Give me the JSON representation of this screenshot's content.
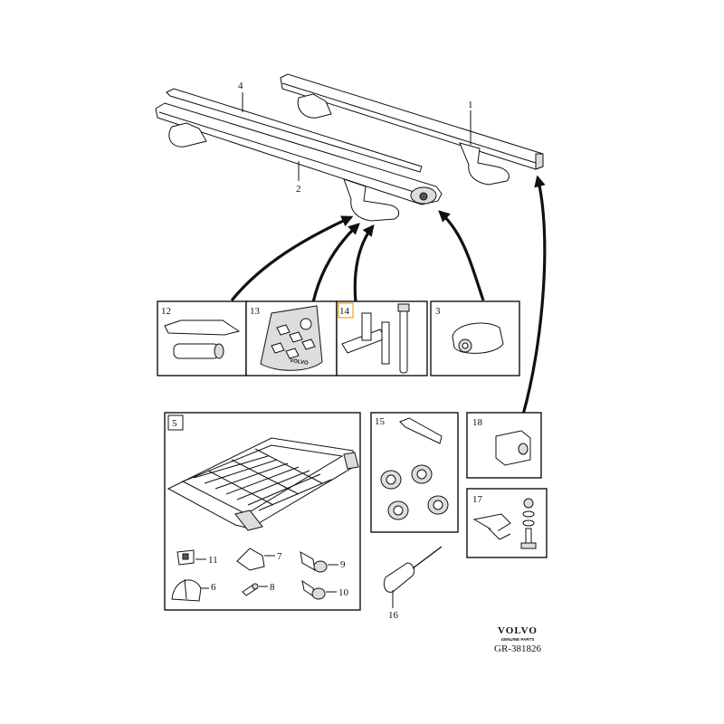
{
  "callouts": {
    "c1": "1",
    "c2": "2",
    "c3": "3",
    "c4": "4",
    "c5": "5",
    "c6": "6",
    "c7": "7",
    "c8": "8",
    "c9": "9",
    "c10": "10",
    "c11": "11",
    "c12": "12",
    "c13": "13",
    "c14": "14",
    "c15": "15",
    "c16": "16",
    "c17": "17",
    "c18": "18"
  },
  "brand": {
    "logo_text": "VOLVO",
    "sub_text": "GENUINE PARTS"
  },
  "diagram_id": "GR-381826",
  "colors": {
    "line": "#111111",
    "highlight": "#f0a020"
  }
}
